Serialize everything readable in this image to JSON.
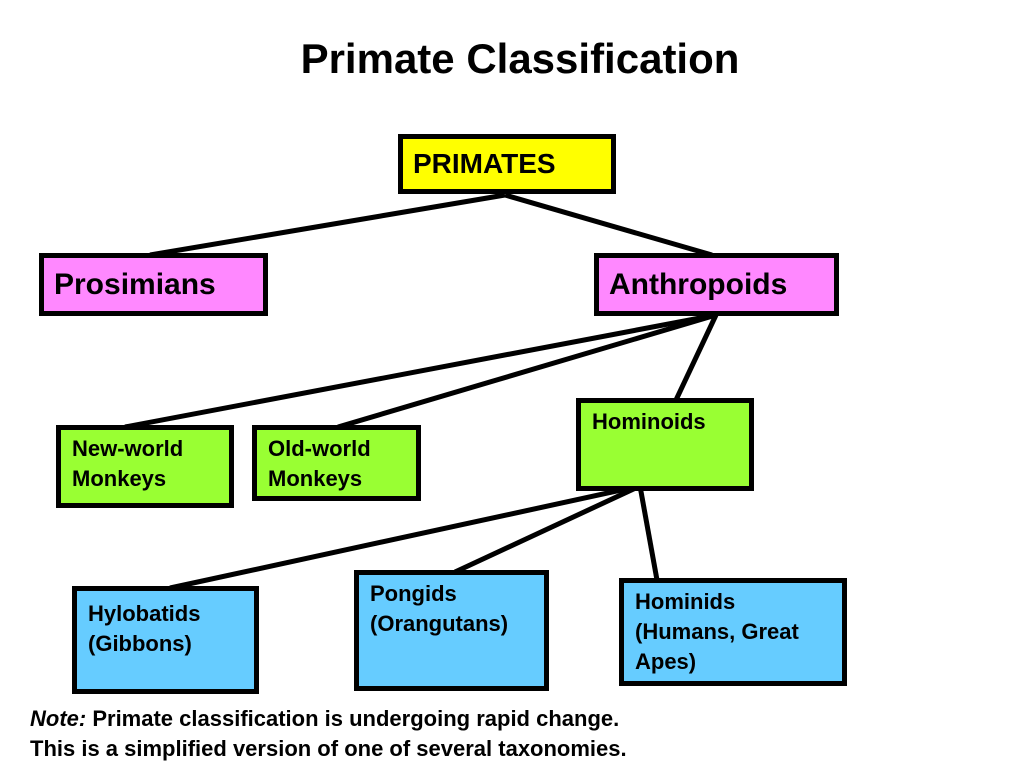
{
  "title": "Primate Classification",
  "nodes": {
    "primates": "PRIMATES",
    "prosimians": "Prosimians",
    "anthropoids": "Anthropoids",
    "new_world_monkeys": [
      "New-world",
      "Monkeys"
    ],
    "old_world_monkeys": [
      "Old-world",
      "Monkeys"
    ],
    "hominoids": "Hominoids",
    "hylobatids": [
      "Hylobatids",
      "(Gibbons)"
    ],
    "pongids": [
      "Pongids",
      "(Orangutans)"
    ],
    "hominids": [
      "Hominids",
      "(Humans, Great",
      "Apes)"
    ]
  },
  "note": {
    "label": "Note:",
    "line1": " Primate classification is undergoing rapid change.",
    "line2": "This is a simplified version of one of several taxonomies."
  },
  "colors": {
    "root": "#ffff00",
    "suborder": "#ff88ff",
    "infraorder": "#99ff33",
    "family": "#66ccff"
  }
}
